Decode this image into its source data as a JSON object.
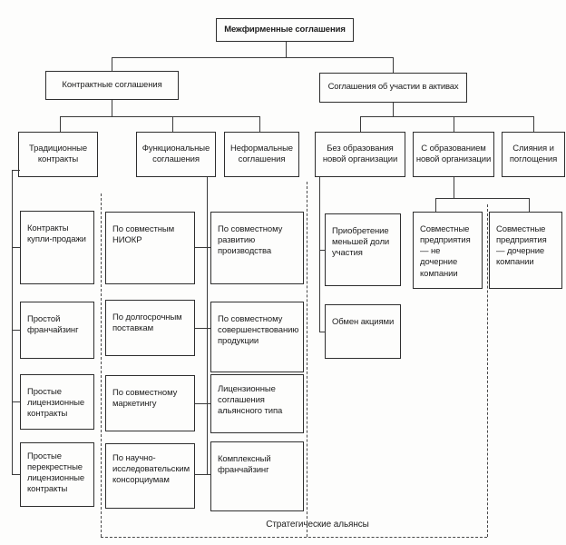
{
  "diagram_title": "Межфирменные соглашения",
  "nodes": {
    "root": "Межфирменные соглашения",
    "contract": "Контрактные соглашения",
    "assets": "Соглашения об участии в активах",
    "traditional": "Традиционные контракты",
    "functional": "Функциональные соглашения",
    "informal": "Неформальные соглашения",
    "no_new_org": "Без образования новой организации",
    "new_org": "С образованием новой организации",
    "mergers": "Слияния и поглощения",
    "sale_contracts": "Контракты купли-продажи",
    "franchise_simple": "Простой франчайзинг",
    "license_simple": "Простые лицензионные контракты",
    "license_cross": "Простые перекрестные лицензионные контракты",
    "joint_rnd": "По совместным НИОКР",
    "longterm_supply": "По долгосрочным поставкам",
    "joint_marketing": "По совместному маркетингу",
    "research_consortia": "По научно-исследовательским консорциумам",
    "joint_production": "По совместному развитию производства",
    "product_improvement": "По совместному совершенствованию продукции",
    "license_alliance": "Лицензионные соглашения альянсного типа",
    "franchise_complex": "Комплексный франчайзинг",
    "minority_share": "Приобретение меньшей доли участия",
    "share_exchange": "Обмен акциями",
    "jv_non_subsidiary": "Совместные предприятия — не дочерние компании",
    "jv_subsidiary": "Совместные предприятия — дочерние компании"
  },
  "footer": {
    "alliance_zone_label": "Стратегические альянсы"
  },
  "colors": {
    "line": "#3a3a3a",
    "box_border": "#2e2e2e",
    "dashed_boundary": "#4a4a4a",
    "background": "#fdfdfc"
  }
}
